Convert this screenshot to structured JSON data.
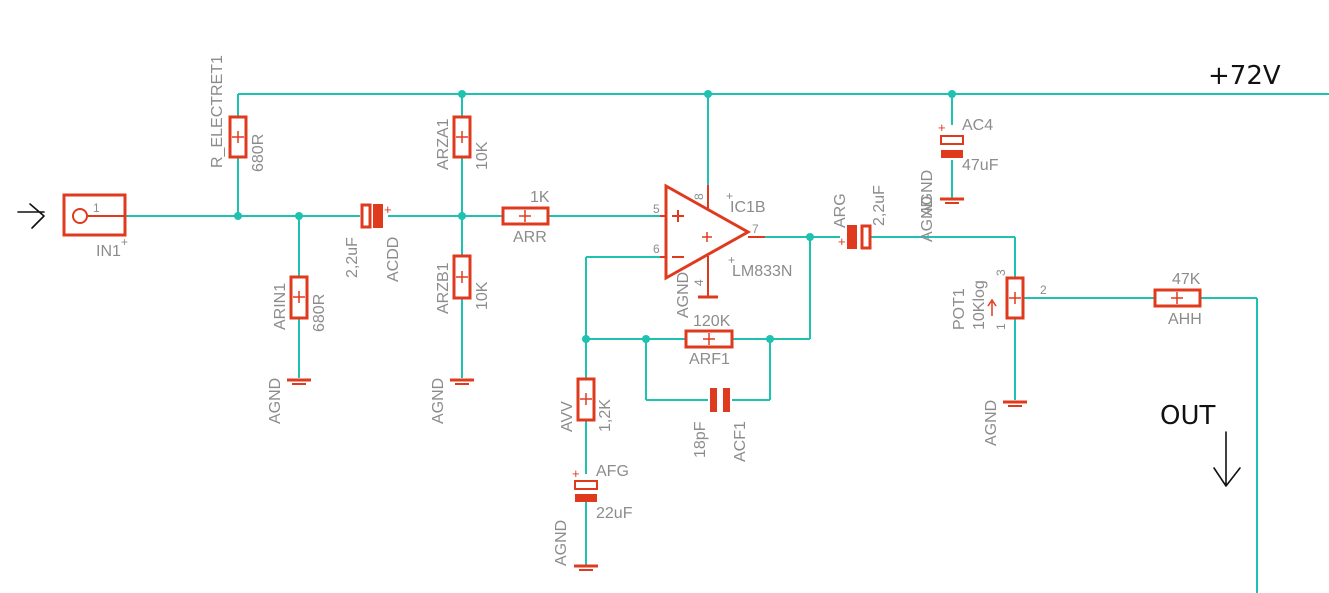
{
  "labels": {
    "r_electret": "R_ELECTRET1",
    "r_electret_val": "680R",
    "in1": "IN1",
    "in1_pin": "1",
    "arin": "ARIN1",
    "arin_val": "680R",
    "acdd_val": "2,2uF",
    "acdd": "ACDD",
    "arza": "ARZA1",
    "arza_val": "10K",
    "arzb": "ARZB1",
    "arzb_val": "10K",
    "arr_val": "1K",
    "arr": "ARR",
    "ic_name": "IC1B",
    "ic_part": "LM833N",
    "pin5": "5",
    "pin6": "6",
    "pin7": "7",
    "pin8": "8",
    "pin4": "4",
    "arg": "ARG",
    "arg_val": "2,2uF",
    "ac4": "AC4",
    "ac4_val": "47uF",
    "pot": "POT1",
    "pot_val": "10Klog",
    "pot_pin1": "1",
    "pot_pin2": "2",
    "pot_pin3": "3",
    "ahh_val": "47K",
    "ahh": "AHH",
    "arf_val": "120K",
    "arf": "ARF1",
    "acf_val": "18pF",
    "acf": "ACF1",
    "avv": "AVV",
    "avv_val": "1,2K",
    "afg": "AFG",
    "afg_val": "22uF",
    "agnd": "AGND",
    "supply": "+72V",
    "out": "OUT"
  },
  "colors": {
    "wire": "#1fc1b0",
    "symbol": "#e03a1e",
    "label": "#8c8c8c",
    "handwriting": "#111111"
  },
  "icons": {
    "ground": "ground-symbol",
    "input_arrow": "input-arrow-icon",
    "output_arrow": "output-arrow-icon"
  }
}
